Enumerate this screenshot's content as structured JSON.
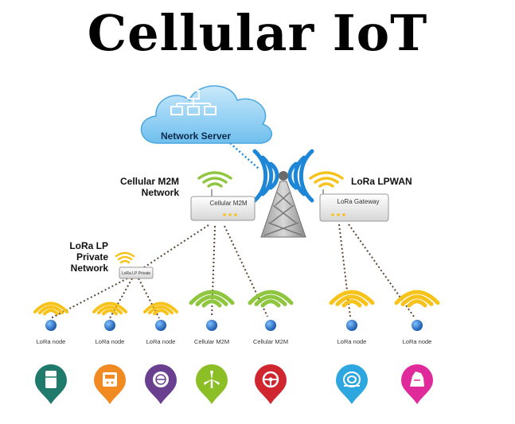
{
  "title": "Cellular IoT",
  "labels": {
    "network_server": "Network Server",
    "cellular_m2m_network_line1": "Cellular M2M",
    "cellular_m2m_network_line2": "Network",
    "lora_lpwan": "LoRa LPWAN",
    "lora_lp_line1": "LoRa LP",
    "lora_lp_line2": "Private",
    "lora_lp_line3": "Network",
    "cellular_m2m_box": "Cellular M2M",
    "lora_gateway_box": "LoRa Gateway",
    "lora_lp_private_box": "LoRa LP Private"
  },
  "nodes": [
    {
      "label": "LoRa node",
      "pin_color": "#1f7a6b",
      "icon": "refrigerator-icon"
    },
    {
      "label": "LoRa node",
      "pin_color": "#f28a22",
      "icon": "meter-icon"
    },
    {
      "label": "LoRa node",
      "pin_color": "#6b3f8f",
      "icon": "smoke-detector-icon"
    },
    {
      "label": "Cellular M2M",
      "pin_color": "#8cbf26",
      "icon": "wind-turbine-icon"
    },
    {
      "label": "Cellular M2M",
      "pin_color": "#d0262f",
      "icon": "steering-wheel-icon"
    },
    {
      "label": "LoRa node",
      "pin_color": "#2ea7e0",
      "icon": "cable-reel-icon"
    },
    {
      "label": "LoRa node",
      "pin_color": "#e0299a",
      "icon": "livestock-icon"
    }
  ],
  "colors": {
    "cloud": "#9fd3f1",
    "cloud_dark": "#2a8fd0",
    "tower_signal": "#1e86d6",
    "cellular_signal": "#8fc63f",
    "lora_signal": "#f7c21a",
    "node_dot": "#1c6fc2",
    "link": "#5a4632"
  }
}
